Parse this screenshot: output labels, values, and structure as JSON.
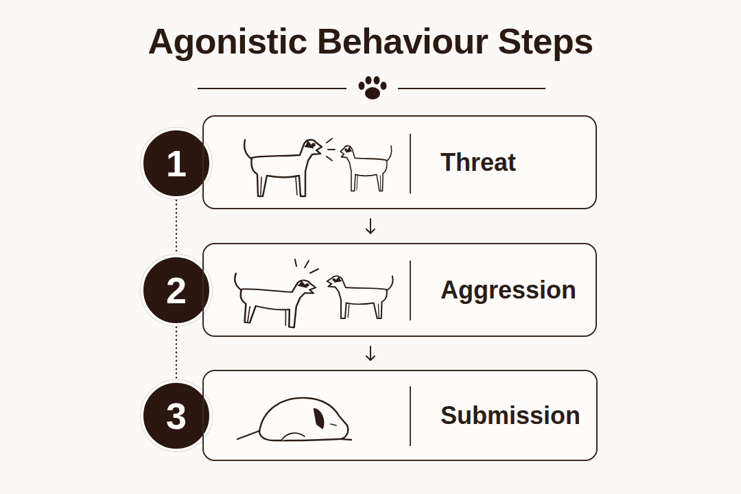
{
  "diagram": {
    "title": "Agonistic Behaviour Steps",
    "nodes": [
      {
        "text": [
          "1"
        ]
      },
      {
        "text": [
          "Threat"
        ]
      },
      {
        "text": [
          "2"
        ]
      },
      {
        "text": [
          "Aggression"
        ]
      },
      {
        "text": [
          "3"
        ]
      },
      {
        "text": [
          "Submission"
        ]
      }
    ],
    "edges": [
      {
        "from": 1,
        "to": 3,
        "arrow": "to"
      },
      {
        "from": 3,
        "to": 5,
        "arrow": "to"
      },
      {
        "from": 0,
        "to": 2,
        "arrow": "none"
      },
      {
        "from": 2,
        "to": 4,
        "arrow": "none"
      }
    ]
  }
}
